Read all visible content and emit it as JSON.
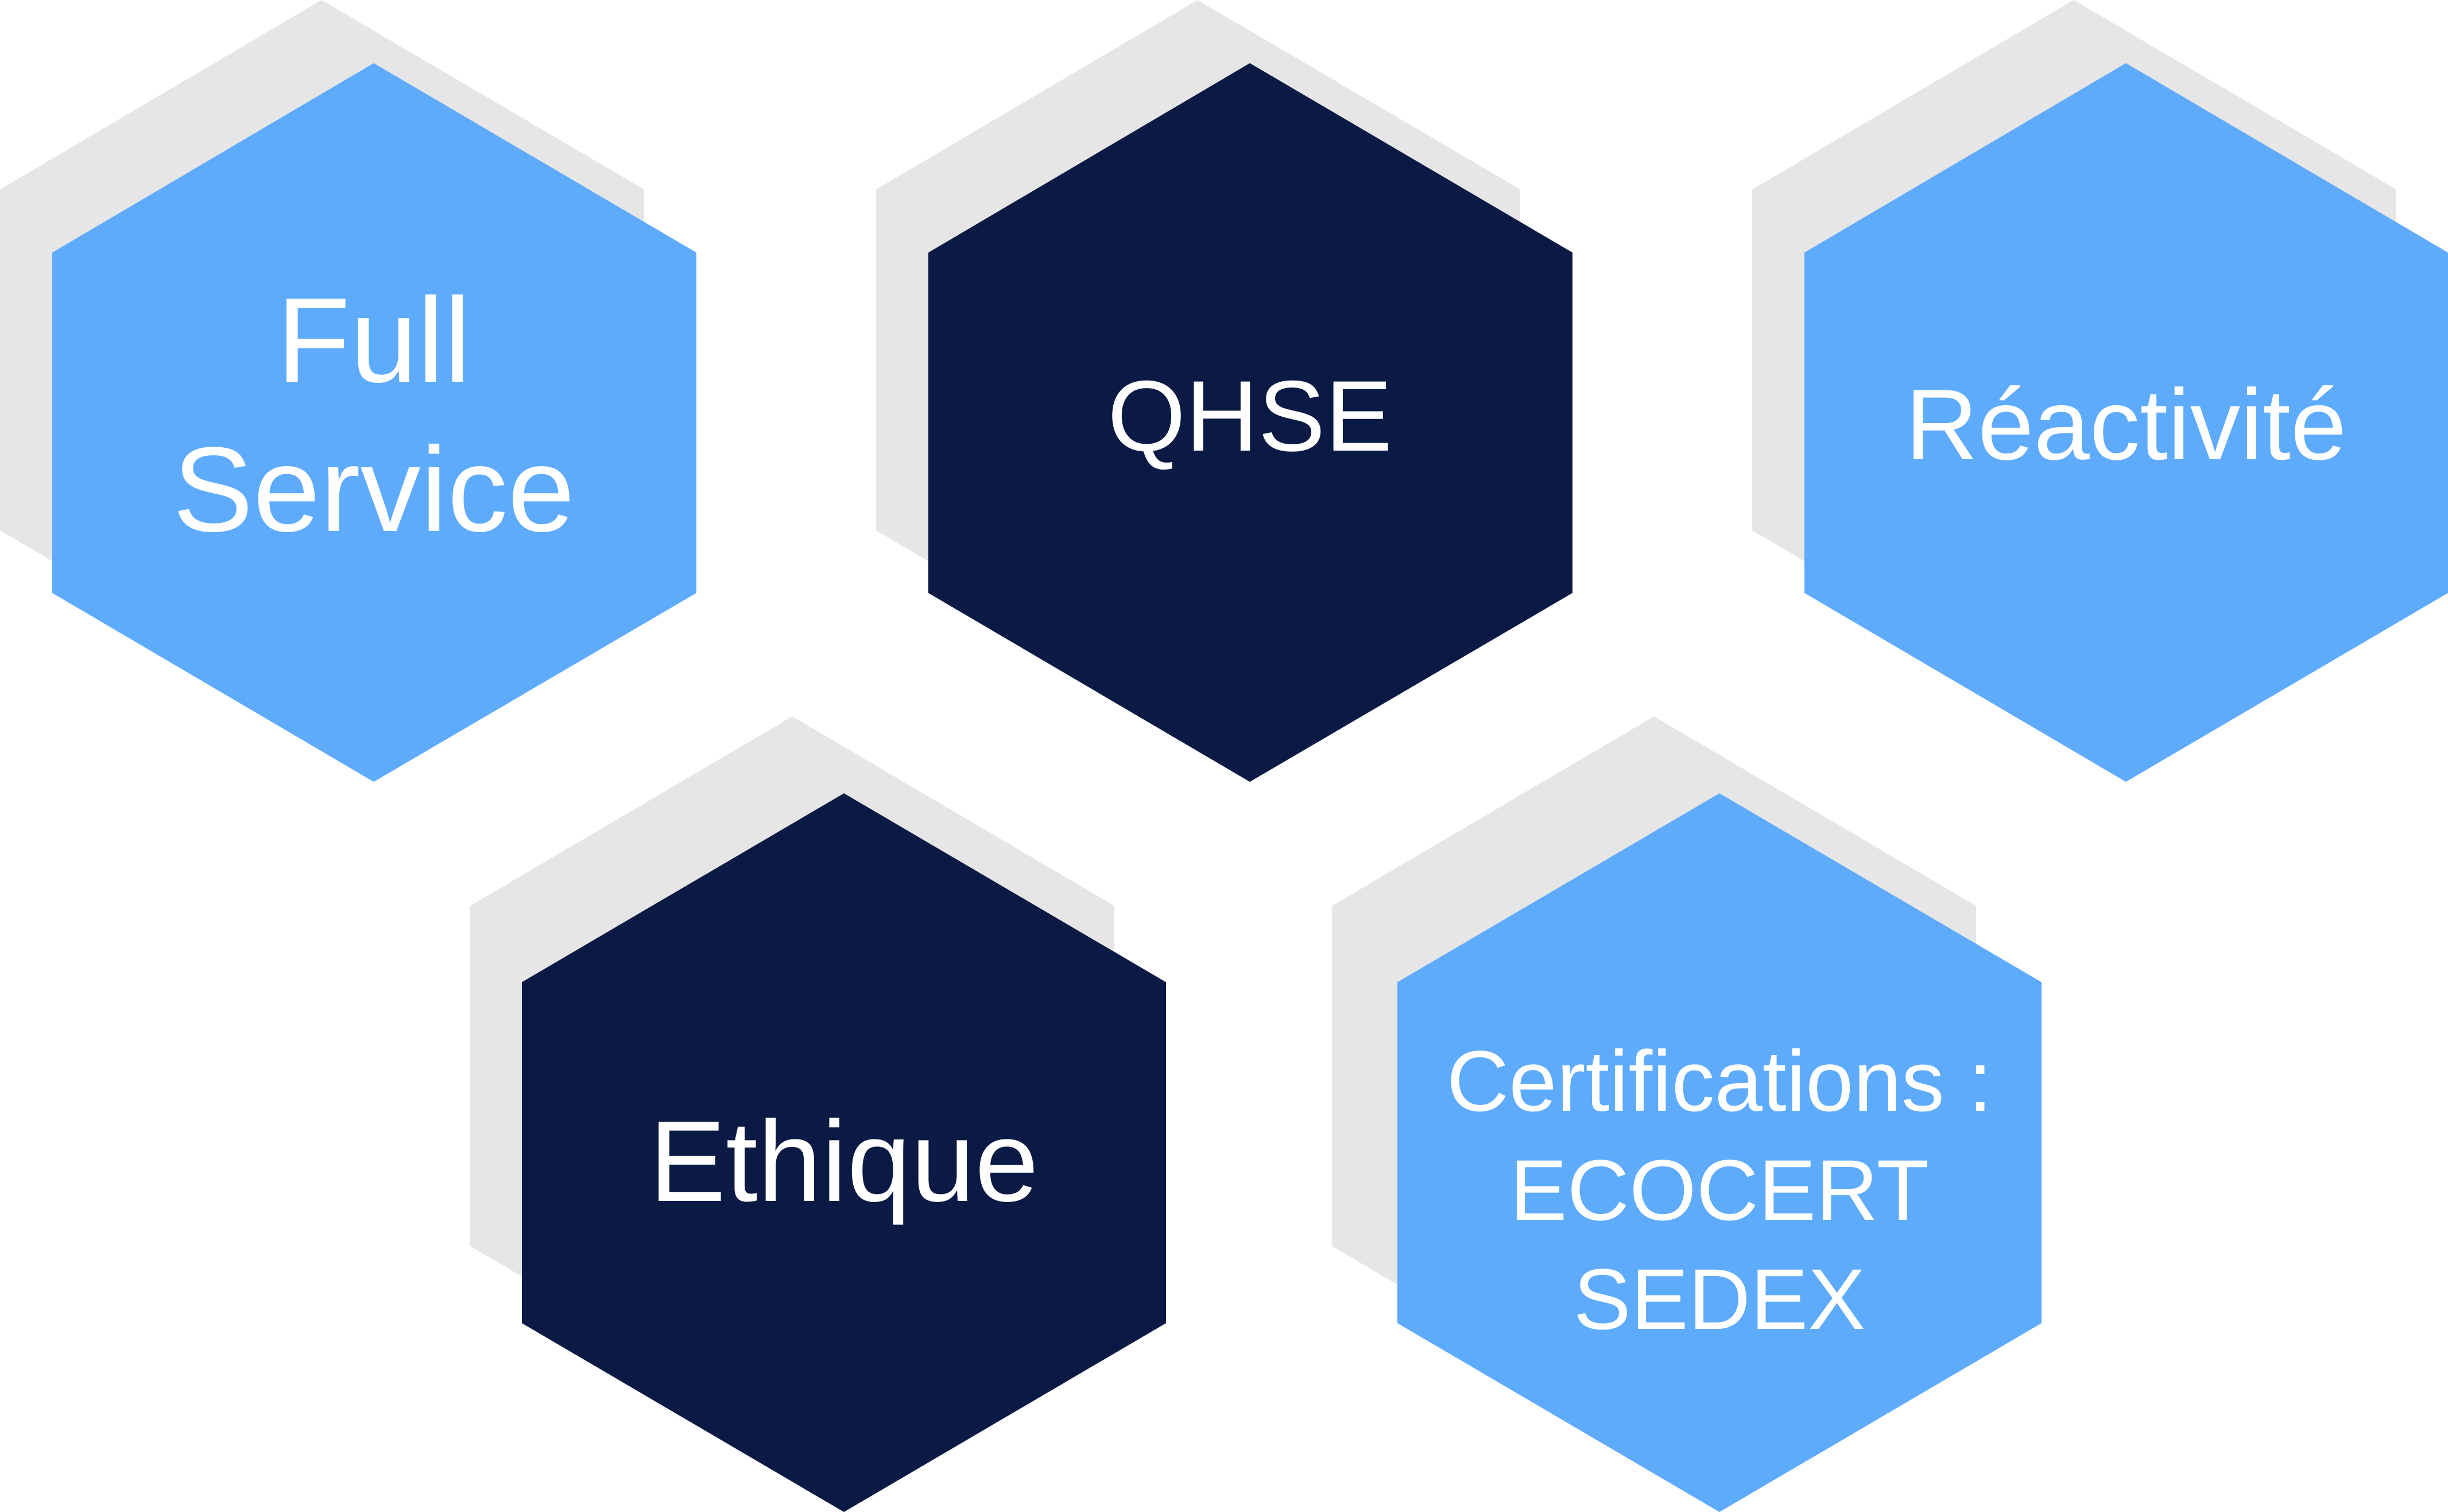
{
  "colors": {
    "light_blue": "#5eabfc",
    "dark_navy": "#0a1a44",
    "shadow_gray": "#e6e6e6",
    "text": "#ffffff",
    "background": "#ffffff"
  },
  "hexagons": [
    {
      "id": "full-service",
      "fill": "light_blue",
      "lines": [
        "Full",
        "Service"
      ]
    },
    {
      "id": "qhse",
      "fill": "dark_navy",
      "lines": [
        "QHSE"
      ]
    },
    {
      "id": "reactivite",
      "fill": "light_blue",
      "lines": [
        "Réactivité"
      ]
    },
    {
      "id": "ethique",
      "fill": "dark_navy",
      "lines": [
        "Ethique"
      ]
    },
    {
      "id": "certifications",
      "fill": "light_blue",
      "lines": [
        "Certifications :",
        "ECOCERT",
        "SEDEX"
      ]
    }
  ]
}
